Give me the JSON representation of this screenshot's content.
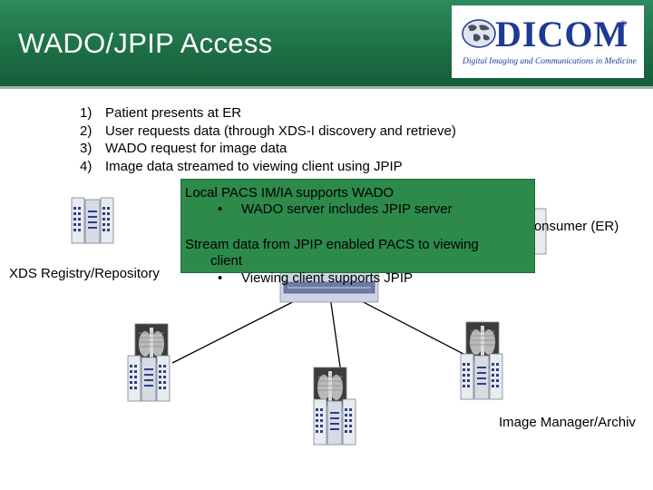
{
  "header": {
    "title": "WADO/JPIP Access",
    "logo": {
      "wordmark": "DICOM",
      "tagline": "Digital Imaging and Communications in Medicine"
    }
  },
  "steps": [
    {
      "num": "1)",
      "text": "Patient presents at ER"
    },
    {
      "num": "2)",
      "text": "User requests data (through XDS-I discovery and retrieve)"
    },
    {
      "num": "3)",
      "text": "WADO request for image data"
    },
    {
      "num": "4)",
      "text": "Image data streamed to viewing client using JPIP"
    }
  ],
  "callout": {
    "line1": "Local PACS IM/IA supports WADO",
    "bullet1": "WADO server includes JPIP server",
    "line2a": "Stream data from JPIP enabled PACS to viewing",
    "line2b": "client",
    "bullet2": "Viewing client supports JPIP",
    "bullet_symbol": "•",
    "color": "#2d8a4b"
  },
  "labels": {
    "registry": "XDS Registry/Repository",
    "consumer": "Consumer (ER)",
    "image_manager": "Image Manager/Archiv"
  },
  "icons": [
    "globe-icon",
    "server-rack-icon",
    "xray-film-icon",
    "network-switch-icon"
  ]
}
